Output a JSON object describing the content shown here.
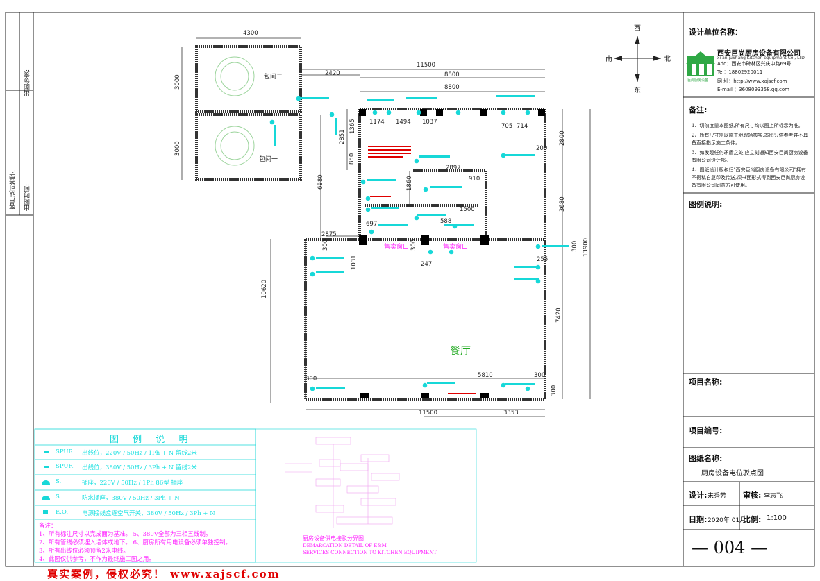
{
  "sidebar": {
    "label1": "出图负责:",
    "label2": "客户认可签字:",
    "label3": "出图时间:"
  },
  "compass": {
    "north": "北",
    "south": "南",
    "east": "东",
    "west": "西"
  },
  "rooms": {
    "private2": "包间二",
    "private1": "包间一",
    "dining": "餐厅",
    "window_left": "售卖窗口",
    "window_right": "售卖窗口"
  },
  "dims": {
    "d4300": "4300",
    "d2420": "2420",
    "d11500_top": "11500",
    "d8800_a": "8800",
    "d8800_b": "8800",
    "d3000_a": "3000",
    "d3000_b": "3000",
    "d1174": "1174",
    "d1494": "1494",
    "d1037": "1037",
    "d705": "705",
    "d714": "714",
    "d1365": "1365",
    "d2851": "2851",
    "d850": "850",
    "d200": "200",
    "d2800": "2800",
    "d2897": "2897",
    "d1860": "1860",
    "d910": "910",
    "d6980": "6980",
    "d1500": "1500",
    "d3680": "3680",
    "d697": "697",
    "d588": "588",
    "d2875": "2875",
    "d300_a": "300",
    "d300_b": "300",
    "d300_c": "300",
    "d247": "247",
    "d255": "255",
    "d13900": "13900",
    "d1031": "1031",
    "d10620": "10620",
    "d7420": "7420",
    "d300_d": "300",
    "d5810": "5810",
    "d300_e": "300",
    "d300_f": "300",
    "d11500_bot": "11500",
    "d3353": "3353"
  },
  "legend": {
    "title": "图 例 说 明",
    "rows": [
      {
        "sym": "SPUR",
        "text": "出线位，220V / 50Hz / 1Ph + N  留线2米"
      },
      {
        "sym": "SPUR",
        "text": "出线位，380V / 50Hz / 3Ph + N 留线2米"
      },
      {
        "sym": "S.",
        "text": "插座，220V / 50Hz / 1Ph 86型 插座"
      },
      {
        "sym": "S.",
        "text": "防水插座，380V / 50Hz /  3Ph + N"
      },
      {
        "sym": "E.O.",
        "text": "电源接线盒连空气开关，380V / 50Hz / 3Ph + N"
      }
    ],
    "notes_title": "备注：",
    "notes": [
      "1、所有标注尺寸以完成面为基准。   5、380V全部为三相五线制。",
      "2、所有管线必须埋入墙体或地下。   6、厨房所有用电设备必须单独控制。",
      "3、所有出线位必须预留2米电线。",
      "4、此图仅供参考，不作为最终施工图之用。"
    ]
  },
  "schematic": {
    "title_cn": "厨房设备供电接驳分界图",
    "title_en1": "DEMARCATION DETAIL OF E&M",
    "title_en2": "SERVICES CONNECTION TO KITCHEN EQUIPMENT"
  },
  "title_block": {
    "design_unit_label": "设计单位名称：",
    "company_cn": "西安巨尚厨房设备有限公司",
    "company_en": "xi an juShang Kitchen equipment Co., LTD",
    "addr": "Add：西安市碑林区兴庆中路69号",
    "tel": "Tel：18802920011",
    "web": "网    址：http://www.xajscf.com",
    "email": "E-mail ：3608093358.qq.com",
    "logo_caption": "巨尚厨房设备",
    "remarks_label": "备注:",
    "remarks": [
      "1、切勿度量本图纸,所有尺寸均以图上所标示为准。",
      "2、所有尺寸需以施工地现场核实,本图只供参考并不具备直接指示施工条件。",
      "3、如发现任何矛盾之处,应立刻通知西安巨尚厨房设备有限公司设计部。",
      "4、图纸设计版权归\"西安巨尚厨房设备有限公司\"拥有不得私自复印及传送,须书面形式得到西安巨尚厨房设备有限公司同意方可使用。"
    ],
    "drawing_desc_label": "图例说明:",
    "project_name_label": "项目名称:",
    "project_no_label": "项目编号:",
    "drawing_name_label": "图纸名称:",
    "drawing_name": "厨房设备电位驳点图",
    "designer_label": "设计:",
    "designer": "宋秀芳",
    "reviewer_label": "审核:",
    "reviewer": "李志飞",
    "date_label": "日期:",
    "date": "2020年 01月",
    "scale_label": "比例:",
    "scale": "1:100",
    "sheet_no": "— 004 —"
  },
  "footer": "真实案例，侵权必究！ www.xajscf.com"
}
